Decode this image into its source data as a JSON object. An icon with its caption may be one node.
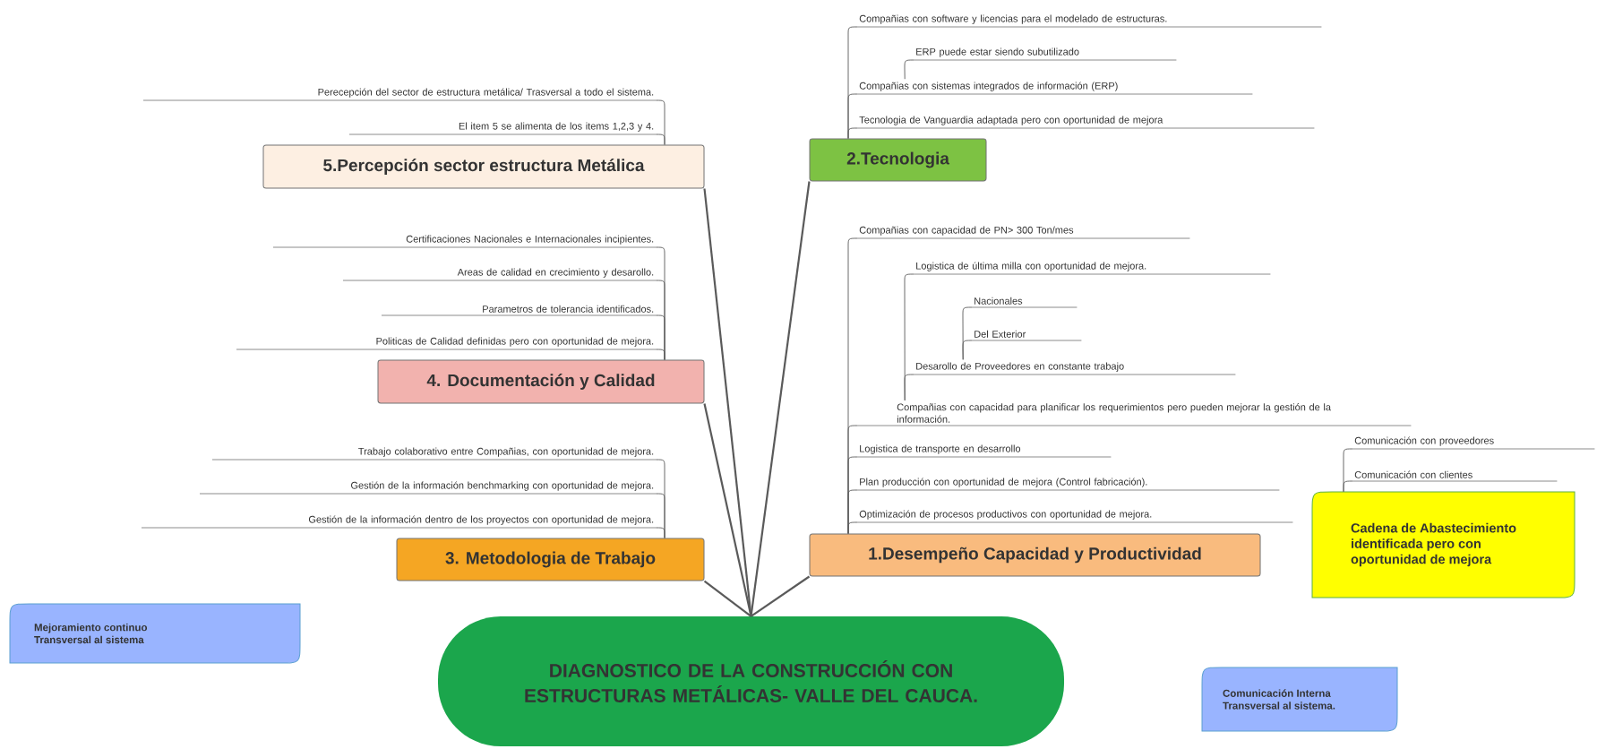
{
  "diagram": {
    "nodes": [
      {
        "text": [
          "DIAGNOSTICO DE LA CONSTRUCCIÓN CON ESTRUCTURAS METÁLICAS- VALLE DEL CAUCA."
        ]
      },
      {
        "text": [
          "1.Desempeño Capacidad y Productividad"
        ]
      },
      {
        "text": [
          "Compañias con capacidad de PN> 300 Ton/mes"
        ]
      },
      {
        "text": [
          "Logistica de última milla con oportunidad de mejora."
        ]
      },
      {
        "text": [
          "Nacionales"
        ]
      },
      {
        "text": [
          "Del Exterior"
        ]
      },
      {
        "text": [
          "Desarollo de Proveedores en constante trabajo"
        ]
      },
      {
        "text": [
          "Compañias con capacidad para planificar los requerimientos pero pueden mejorar la gestión de la información."
        ]
      },
      {
        "text": [
          "Logistica de transporte en desarrollo"
        ]
      },
      {
        "text": [
          "Plan producción con oportunidad de mejora (Control fabricación)."
        ]
      },
      {
        "text": [
          "Optimización de procesos productivos con oportunidad de mejora."
        ]
      },
      {
        "text": [
          "2.Tecnologia"
        ]
      },
      {
        "text": [
          "Compañias con software y licencias para el modelado de estructuras."
        ]
      },
      {
        "text": [
          "ERP puede estar siendo subutilizado"
        ]
      },
      {
        "text": [
          "Compañias con sistemas integrados de información (ERP)"
        ]
      },
      {
        "text": [
          "Tecnologia de Vanguardia adaptada pero con oportunidad de mejora"
        ]
      },
      {
        "text": [
          "3. Metodologia de Trabajo"
        ]
      },
      {
        "text": [
          "Trabajo colaborativo entre Compañias, con oportunidad de mejora."
        ]
      },
      {
        "text": [
          "Gestión de la información benchmarking con oportunidad de mejora."
        ]
      },
      {
        "text": [
          "Gestión de la información dentro de los proyectos con oportunidad de mejora."
        ]
      },
      {
        "text": [
          "4. Documentación y Calidad"
        ]
      },
      {
        "text": [
          "Certificaciones Nacionales e Internacionales incipientes."
        ]
      },
      {
        "text": [
          "Areas de calidad en crecimiento y desarollo."
        ]
      },
      {
        "text": [
          "Parametros de tolerancia identificados."
        ]
      },
      {
        "text": [
          "Politicas de Calidad definidas pero con oportunidad de mejora."
        ]
      },
      {
        "text": [
          "5.Percepción sector estructura Metálica"
        ]
      },
      {
        "text": [
          "Perecepción del sector de estructura metálica/ Trasversal a todo el sistema."
        ]
      },
      {
        "text": [
          "El item 5 se alimenta de los items 1,2,3 y 4."
        ]
      },
      {
        "text": [
          "Cadena de Abastecimiento identificada pero con oportunidad de mejora"
        ]
      },
      {
        "text": [
          "Comunicación con proveedores"
        ]
      },
      {
        "text": [
          "Comunicación con clientes"
        ]
      },
      {
        "text": [
          "Mejoramiento continuo Transversal al sistema"
        ]
      },
      {
        "text": [
          "Comunicación Interna Transversal al sistema."
        ]
      }
    ],
    "edges": [
      {
        "from": 0,
        "to": 1,
        "arrow": "none"
      },
      {
        "from": 0,
        "to": 11,
        "arrow": "none"
      },
      {
        "from": 0,
        "to": 16,
        "arrow": "none"
      },
      {
        "from": 0,
        "to": 20,
        "arrow": "none"
      },
      {
        "from": 0,
        "to": 25,
        "arrow": "none"
      },
      {
        "from": 1,
        "to": 2,
        "arrow": "none"
      },
      {
        "from": 1,
        "to": 7,
        "arrow": "none"
      },
      {
        "from": 1,
        "to": 8,
        "arrow": "none"
      },
      {
        "from": 1,
        "to": 9,
        "arrow": "none"
      },
      {
        "from": 1,
        "to": 10,
        "arrow": "none"
      },
      {
        "from": 7,
        "to": 3,
        "arrow": "none"
      },
      {
        "from": 7,
        "to": 6,
        "arrow": "none"
      },
      {
        "from": 6,
        "to": 4,
        "arrow": "none"
      },
      {
        "from": 6,
        "to": 5,
        "arrow": "none"
      },
      {
        "from": 11,
        "to": 12,
        "arrow": "none"
      },
      {
        "from": 11,
        "to": 14,
        "arrow": "none"
      },
      {
        "from": 11,
        "to": 15,
        "arrow": "none"
      },
      {
        "from": 14,
        "to": 13,
        "arrow": "none"
      },
      {
        "from": 16,
        "to": 17,
        "arrow": "none"
      },
      {
        "from": 16,
        "to": 18,
        "arrow": "none"
      },
      {
        "from": 16,
        "to": 19,
        "arrow": "none"
      },
      {
        "from": 20,
        "to": 21,
        "arrow": "none"
      },
      {
        "from": 20,
        "to": 22,
        "arrow": "none"
      },
      {
        "from": 20,
        "to": 23,
        "arrow": "none"
      },
      {
        "from": 20,
        "to": 24,
        "arrow": "none"
      },
      {
        "from": 25,
        "to": 26,
        "arrow": "none"
      },
      {
        "from": 25,
        "to": 27,
        "arrow": "none"
      },
      {
        "from": 28,
        "to": 29,
        "arrow": "none"
      },
      {
        "from": 28,
        "to": 30,
        "arrow": "none"
      }
    ]
  }
}
